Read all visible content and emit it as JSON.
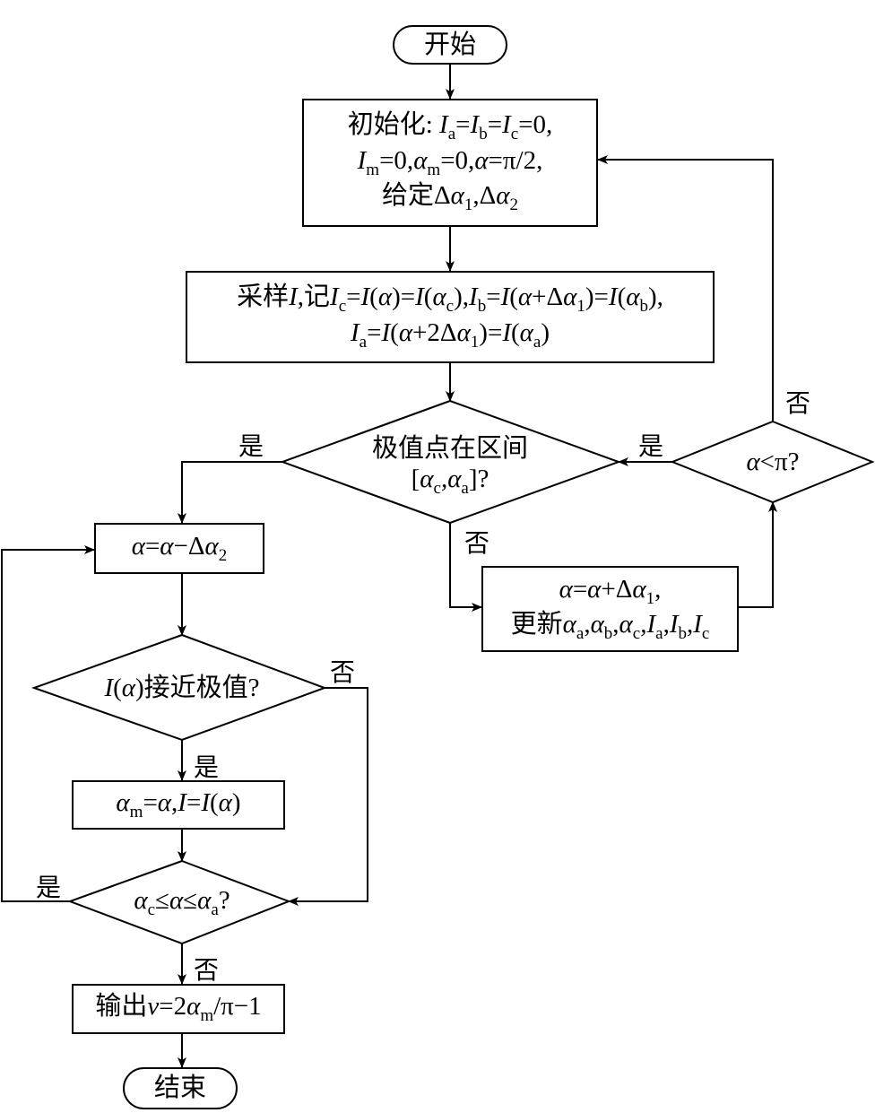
{
  "nodes": {
    "start": {
      "lines": [
        [
          [
            "开始",
            "n"
          ]
        ]
      ]
    },
    "init": {
      "lines": [
        [
          [
            "初始化: ",
            "n"
          ],
          [
            "I",
            "i"
          ],
          [
            "a",
            "s"
          ],
          [
            "=",
            "n"
          ],
          [
            "I",
            "i"
          ],
          [
            "b",
            "s"
          ],
          [
            "=",
            "n"
          ],
          [
            "I",
            "i"
          ],
          [
            "c",
            "s"
          ],
          [
            "=0,",
            "n"
          ]
        ],
        [
          [
            "I",
            "i"
          ],
          [
            "m",
            "s"
          ],
          [
            "=0,",
            "n"
          ],
          [
            "α",
            "i"
          ],
          [
            "m",
            "s"
          ],
          [
            "=0,",
            "n"
          ],
          [
            "α",
            "i"
          ],
          [
            "=π/2,",
            "n"
          ]
        ],
        [
          [
            "给定Δ",
            "n"
          ],
          [
            "α",
            "i"
          ],
          [
            "1",
            "s"
          ],
          [
            ",Δ",
            "n"
          ],
          [
            "α",
            "i"
          ],
          [
            "2",
            "s"
          ]
        ]
      ]
    },
    "sample": {
      "lines": [
        [
          [
            "采样",
            "n"
          ],
          [
            "I",
            "i"
          ],
          [
            ",记",
            "n"
          ],
          [
            "I",
            "i"
          ],
          [
            "c",
            "s"
          ],
          [
            "=",
            "n"
          ],
          [
            "I",
            "i"
          ],
          [
            "(",
            "n"
          ],
          [
            "α",
            "i"
          ],
          [
            ")=",
            "n"
          ],
          [
            "I",
            "i"
          ],
          [
            "(",
            "n"
          ],
          [
            "α",
            "i"
          ],
          [
            "c",
            "s"
          ],
          [
            "),",
            "n"
          ],
          [
            "I",
            "i"
          ],
          [
            "b",
            "s"
          ],
          [
            "=",
            "n"
          ],
          [
            "I",
            "i"
          ],
          [
            "(",
            "n"
          ],
          [
            "α",
            "i"
          ],
          [
            "+Δ",
            "n"
          ],
          [
            "α",
            "i"
          ],
          [
            "1",
            "s"
          ],
          [
            ")=",
            "n"
          ],
          [
            "I",
            "i"
          ],
          [
            "(",
            "n"
          ],
          [
            "α",
            "i"
          ],
          [
            "b",
            "s"
          ],
          [
            "),",
            "n"
          ]
        ],
        [
          [
            "I",
            "i"
          ],
          [
            "a",
            "s"
          ],
          [
            "=",
            "n"
          ],
          [
            "I",
            "i"
          ],
          [
            "(",
            "n"
          ],
          [
            "α",
            "i"
          ],
          [
            "+2Δ",
            "n"
          ],
          [
            "α",
            "i"
          ],
          [
            "1",
            "s"
          ],
          [
            ")=",
            "n"
          ],
          [
            "I",
            "i"
          ],
          [
            "(",
            "n"
          ],
          [
            "α",
            "i"
          ],
          [
            "a",
            "s"
          ],
          [
            ")",
            "n"
          ]
        ]
      ]
    },
    "decision_interval": {
      "lines": [
        [
          [
            "极值点在区间",
            "n"
          ]
        ],
        [
          [
            "[",
            "n"
          ],
          [
            "α",
            "i"
          ],
          [
            "c",
            "s"
          ],
          [
            ",",
            "n"
          ],
          [
            "α",
            "i"
          ],
          [
            "a",
            "s"
          ],
          [
            "]?",
            "n"
          ]
        ]
      ]
    },
    "decision_alpha_pi": {
      "lines": [
        [
          [
            "α",
            "i"
          ],
          [
            "<π?",
            "n"
          ]
        ]
      ]
    },
    "update": {
      "lines": [
        [
          [
            "α",
            "i"
          ],
          [
            "=",
            "n"
          ],
          [
            "α",
            "i"
          ],
          [
            "+Δ",
            "n"
          ],
          [
            "α",
            "i"
          ],
          [
            "1",
            "s"
          ],
          [
            ",",
            "n"
          ]
        ],
        [
          [
            "更新",
            "n"
          ],
          [
            "α",
            "i"
          ],
          [
            "a",
            "s"
          ],
          [
            ",",
            "n"
          ],
          [
            "α",
            "i"
          ],
          [
            "b",
            "s"
          ],
          [
            ",",
            "n"
          ],
          [
            "α",
            "i"
          ],
          [
            "c",
            "s"
          ],
          [
            ",",
            "n"
          ],
          [
            "I",
            "i"
          ],
          [
            "a",
            "s"
          ],
          [
            ",",
            "n"
          ],
          [
            "I",
            "i"
          ],
          [
            "b",
            "s"
          ],
          [
            ",",
            "n"
          ],
          [
            "I",
            "i"
          ],
          [
            "c",
            "s"
          ]
        ]
      ]
    },
    "decrement": {
      "lines": [
        [
          [
            "α",
            "i"
          ],
          [
            "=",
            "n"
          ],
          [
            "α",
            "i"
          ],
          [
            "−Δ",
            "n"
          ],
          [
            "α",
            "i"
          ],
          [
            "2",
            "s"
          ]
        ]
      ]
    },
    "decision_near": {
      "lines": [
        [
          [
            "I",
            "i"
          ],
          [
            "(",
            "n"
          ],
          [
            "α",
            "i"
          ],
          [
            ")接近极值?",
            "n"
          ]
        ]
      ]
    },
    "record": {
      "lines": [
        [
          [
            "α",
            "i"
          ],
          [
            "m",
            "s"
          ],
          [
            "=",
            "n"
          ],
          [
            "α",
            "i"
          ],
          [
            ",",
            "n"
          ],
          [
            "I",
            "i"
          ],
          [
            "=",
            "n"
          ],
          [
            "I",
            "i"
          ],
          [
            "(",
            "n"
          ],
          [
            "α",
            "i"
          ],
          [
            ")",
            "n"
          ]
        ]
      ]
    },
    "decision_range": {
      "lines": [
        [
          [
            "α",
            "i"
          ],
          [
            "c",
            "s"
          ],
          [
            "≤",
            "n"
          ],
          [
            "α",
            "i"
          ],
          [
            "≤",
            "n"
          ],
          [
            "α",
            "i"
          ],
          [
            "a",
            "s"
          ],
          [
            "?",
            "n"
          ]
        ]
      ]
    },
    "output": {
      "lines": [
        [
          [
            "输出",
            "n"
          ],
          [
            "v",
            "i"
          ],
          [
            "=2",
            "n"
          ],
          [
            "α",
            "i"
          ],
          [
            "m",
            "s"
          ],
          [
            "/π−1",
            "n"
          ]
        ]
      ]
    },
    "end": {
      "lines": [
        [
          [
            "结束",
            "n"
          ]
        ]
      ]
    }
  },
  "labels": {
    "interval_yes": "是",
    "interval_no": "否",
    "alpha_pi_yes": "是",
    "alpha_pi_no": "否",
    "near_no": "否",
    "near_yes": "是",
    "range_yes": "是",
    "range_no": "否"
  }
}
